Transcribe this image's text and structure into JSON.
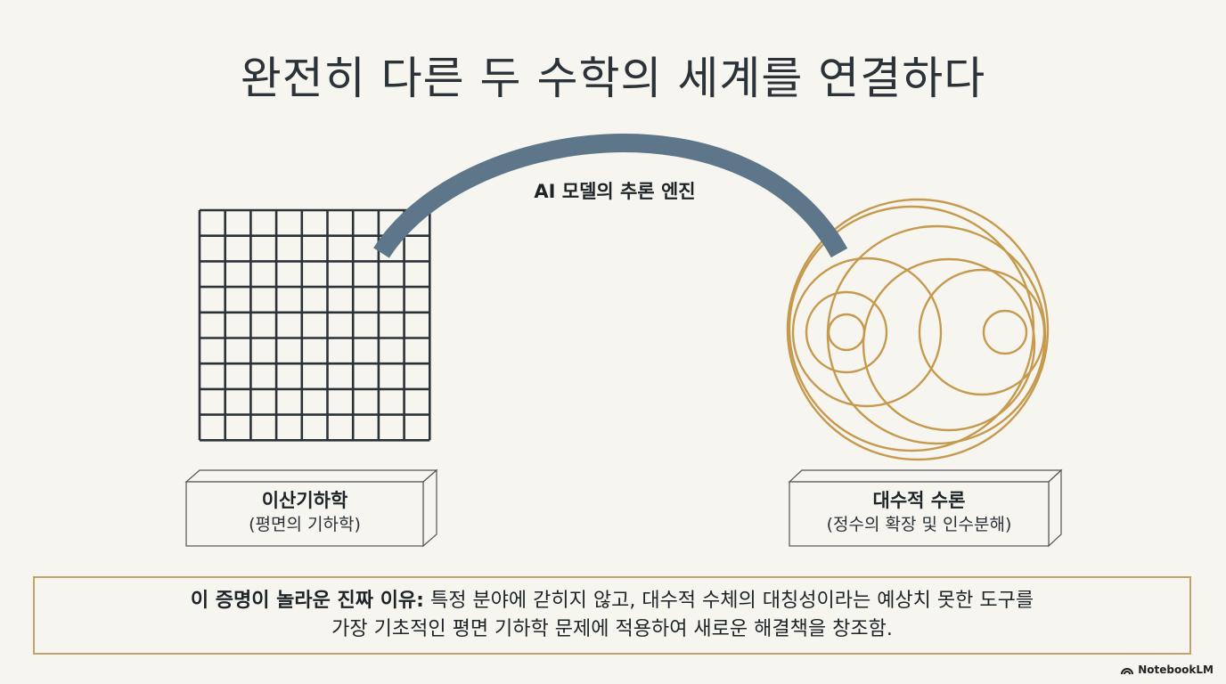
{
  "title": "완전히 다른 두 수학의 세계를 연결하다",
  "bridge": {
    "label": "AI 모델의 추론 엔진"
  },
  "left_world": {
    "title": "이산기하학",
    "subtitle": "(평면의 기하학)"
  },
  "right_world": {
    "title": "대수적 수론",
    "subtitle": "(정수의 확장 및 인수분해)"
  },
  "note": {
    "emphasis": "이 증명이 놀라운 진짜 이유:",
    "line1": " 특정 분야에 갇히지 않고, 대수적 수체의 대칭성이라는 예상치 못한 도구를",
    "line2": "가장 기초적인 평면 기하학 문제에 적용하여 새로운 해결책을 창조함."
  },
  "brand": {
    "name": "NotebookLM",
    "icon": "notebooklm-logo-icon"
  },
  "colors": {
    "background": "#f6f5f0",
    "grid": "#2b3238",
    "bridge": "#5e7689",
    "circles": "#c69a4e",
    "note_border": "#c1a46a"
  }
}
